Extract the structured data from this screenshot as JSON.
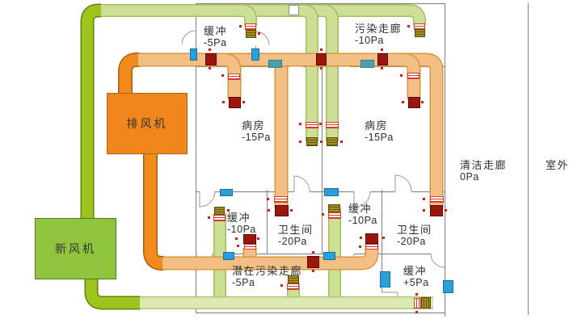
{
  "equipment": {
    "exhaust_fan": "排风机",
    "fresh_air_fan": "新风机"
  },
  "rooms": {
    "buffer_top": {
      "name": "缓冲",
      "pressure": "-5Pa"
    },
    "contaminated_corridor": {
      "name": "污染走廊",
      "pressure": "-10Pa"
    },
    "ward1": {
      "name": "病房",
      "pressure": "-15Pa"
    },
    "ward2": {
      "name": "病房",
      "pressure": "-15Pa"
    },
    "buffer_mid1": {
      "name": "缓冲",
      "pressure": "-10Pa"
    },
    "toilet1": {
      "name": "卫生间",
      "pressure": "-20Pa"
    },
    "buffer_mid2": {
      "name": "缓冲",
      "pressure": "-10Pa"
    },
    "toilet2": {
      "name": "卫生间",
      "pressure": "-20Pa"
    },
    "potential_corridor": {
      "name": "潜在污染走廊",
      "pressure": "-5Pa"
    },
    "buffer_bottom": {
      "name": "缓冲",
      "pressure": "+5Pa"
    },
    "clean_corridor": {
      "name": "清洁走廊",
      "pressure": "0Pa"
    },
    "outdoor": {
      "name": "室外"
    }
  },
  "colors": {
    "duct_green_bright": "#9cc41c",
    "duct_green_mid": "#ccdf95",
    "duct_green_pale": "#dce9b2",
    "duct_orange_bright": "#f08a1c",
    "duct_orange_pale": "#f3bf85",
    "fan_orange": "#f0861c",
    "fan_green": "#8fc43c",
    "valve_red": "#9a150c",
    "grille_blue": "#2b9fd8",
    "grille_teal": "#4a9fae",
    "grille_olive": "#a28e1f",
    "damper_red": "#d63a2a",
    "marker_red": "#cf2010"
  }
}
